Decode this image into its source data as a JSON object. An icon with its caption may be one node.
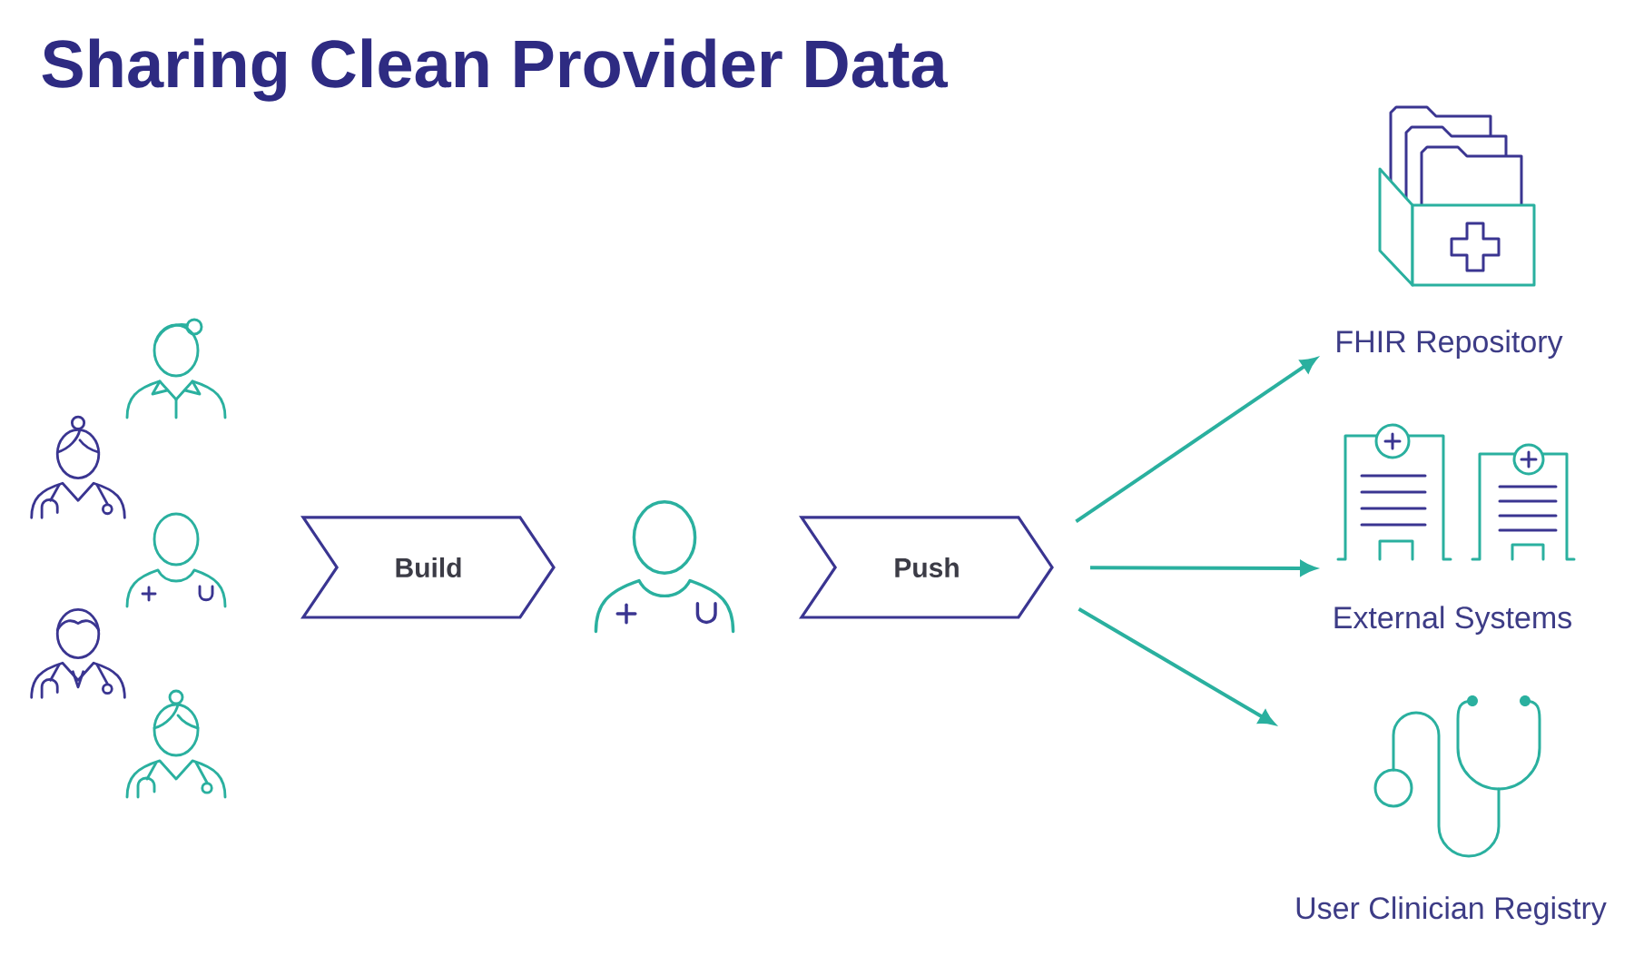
{
  "diagram": {
    "title": "Sharing Clean Provider Data",
    "nodes": [
      {
        "text": [],
        "shape": "person"
      },
      {
        "text": [],
        "shape": "person"
      },
      {
        "text": [],
        "shape": "person"
      },
      {
        "text": [],
        "shape": "person"
      },
      {
        "text": [],
        "shape": "person"
      },
      {
        "text": [
          "Build"
        ]
      },
      {
        "text": [],
        "shape": "person"
      },
      {
        "text": [
          "Push"
        ]
      },
      {
        "text": [
          "FHIR Repository"
        ]
      },
      {
        "text": [
          "External Systems"
        ]
      },
      {
        "text": [
          "User Clinician Registry"
        ]
      }
    ],
    "edges": [
      {
        "from": 7,
        "to": 8,
        "arrow": "to"
      },
      {
        "from": 7,
        "to": 9,
        "arrow": "to"
      },
      {
        "from": 7,
        "to": 10,
        "arrow": "to"
      }
    ]
  }
}
